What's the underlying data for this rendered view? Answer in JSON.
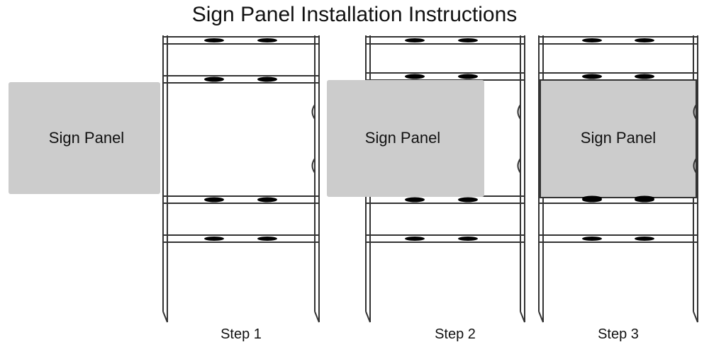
{
  "title": "Sign Panel Installation Instructions",
  "steps": [
    {
      "label": "Step 1",
      "panel_label": "Sign Panel"
    },
    {
      "label": "Step 2",
      "panel_label": "Sign Panel"
    },
    {
      "label": "Step 3",
      "panel_label": "Sign Panel"
    }
  ],
  "colors": {
    "panel_fill": "#cccccc",
    "frame_stroke": "#333333",
    "background": "#ffffff",
    "text": "#111111"
  }
}
